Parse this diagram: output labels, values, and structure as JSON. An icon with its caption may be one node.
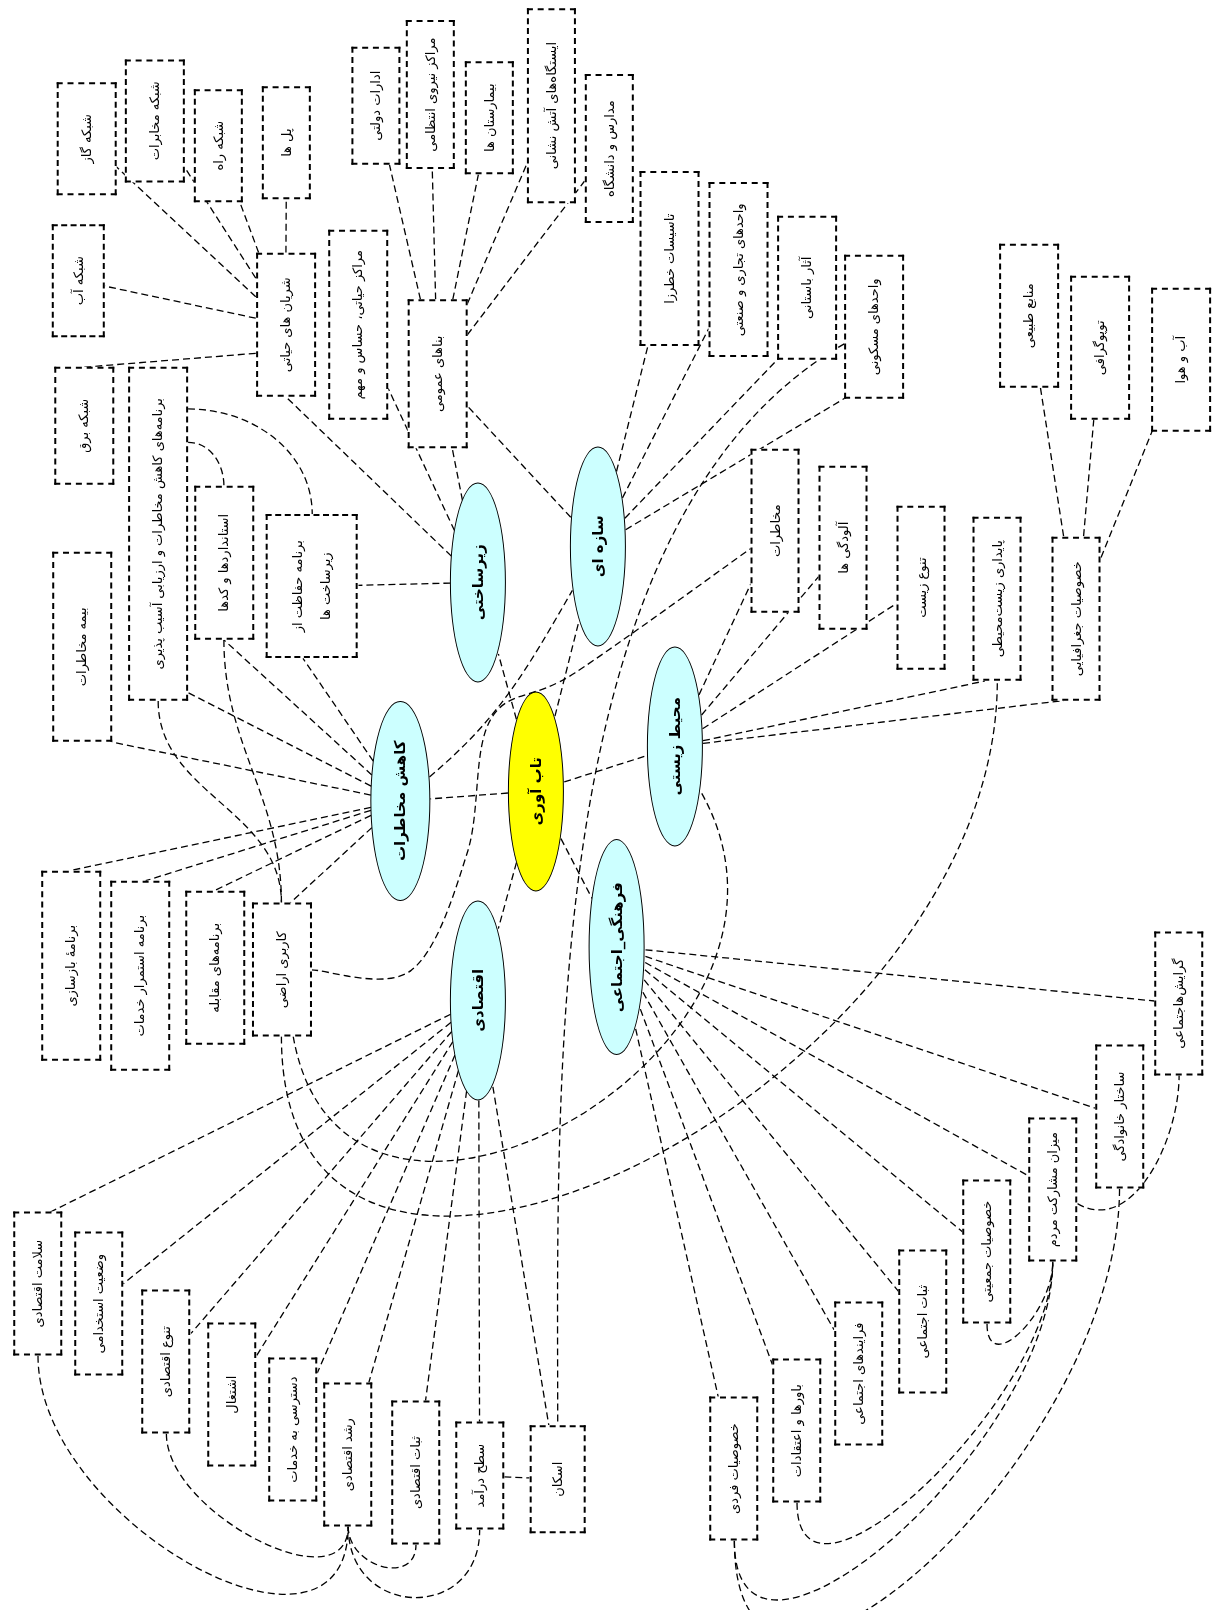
{
  "diagram": {
    "nodes": [
      {
        "text": [
          "تاب آوری"
        ]
      },
      {
        "text": [
          "زیرساختی"
        ]
      },
      {
        "text": [
          "سازه ای"
        ]
      },
      {
        "text": [
          "کاهش مخاطرات"
        ]
      },
      {
        "text": [
          "محیط زیستی"
        ]
      },
      {
        "text": [
          "اقتصادی"
        ]
      },
      {
        "text": [
          "فرهنگی_اجتماعی"
        ]
      },
      {
        "text": [
          "شبکه گاز"
        ]
      },
      {
        "text": [
          "شبکه مخابرات"
        ]
      },
      {
        "text": [
          "شبکه راه"
        ]
      },
      {
        "text": [
          "پل ها"
        ]
      },
      {
        "text": [
          "شبکه آب"
        ]
      },
      {
        "text": [
          "شریان های حیاتی"
        ]
      },
      {
        "text": [
          "شبکه برق"
        ]
      },
      {
        "text": [
          "برنامه‌های کاهش مخاطرات و ارزیابی آسیب پذیری"
        ]
      },
      {
        "text": [
          "استانداردها و کدها"
        ]
      },
      {
        "text": [
          "برنامه حفاظت از زیرساخت ها"
        ]
      },
      {
        "text": [
          "بیمه مخاطرات"
        ]
      },
      {
        "text": [
          "مراکز حیاتی، حساس و مهم"
        ]
      },
      {
        "text": [
          "بناهای عمومی"
        ]
      },
      {
        "text": [
          "ادارات دولتی"
        ]
      },
      {
        "text": [
          "مراکز نیروی انتظامی"
        ]
      },
      {
        "text": [
          "بیمارستان ها"
        ]
      },
      {
        "text": [
          "ایستگاه‌های آتش نشانی"
        ]
      },
      {
        "text": [
          "مدارس و دانشگاه"
        ]
      },
      {
        "text": [
          "تاسیسات خطرزا"
        ]
      },
      {
        "text": [
          "واحدهای تجاری و صنعتی"
        ]
      },
      {
        "text": [
          "آثار باستانی"
        ]
      },
      {
        "text": [
          "واحدهای مسکونی"
        ]
      },
      {
        "text": [
          "منابع طبیعی"
        ]
      },
      {
        "text": [
          "توپوگرافی"
        ]
      },
      {
        "text": [
          "آب و هوا"
        ]
      },
      {
        "text": [
          "مخاطرات"
        ]
      },
      {
        "text": [
          "آلودگی ها"
        ]
      },
      {
        "text": [
          "تنوع زیست"
        ]
      },
      {
        "text": [
          "پایداری زیست‌محیطی"
        ]
      },
      {
        "text": [
          "خصوصیات جغرافیایی"
        ]
      },
      {
        "text": [
          "برنامهٔ بازسازی"
        ]
      },
      {
        "text": [
          "برنامه استمرار خدمات"
        ]
      },
      {
        "text": [
          "برنامه‌های مقابله"
        ]
      },
      {
        "text": [
          "کاربری اراضی"
        ]
      },
      {
        "text": [
          "سلامت اقتصادی"
        ]
      },
      {
        "text": [
          "وضعیت استخدامی"
        ]
      },
      {
        "text": [
          "تنوع اقتصادی"
        ]
      },
      {
        "text": [
          "اشتغال"
        ]
      },
      {
        "text": [
          "دسترسی به خدمات"
        ]
      },
      {
        "text": [
          "رشد اقتصادی"
        ]
      },
      {
        "text": [
          "ثبات اقتصادی"
        ]
      },
      {
        "text": [
          "سطح درآمد"
        ]
      },
      {
        "text": [
          "اسکان"
        ]
      },
      {
        "text": [
          "خصوصیات فردی"
        ]
      },
      {
        "text": [
          "باورها و اعتقادات"
        ]
      },
      {
        "text": [
          "فرایندهای اجتماعی"
        ]
      },
      {
        "text": [
          "ثبات اجتماعی"
        ]
      },
      {
        "text": [
          "خصوصیات جمعیتی"
        ]
      },
      {
        "text": [
          "میزان مشارکت مردم"
        ]
      },
      {
        "text": [
          "ساختار خانوادگی"
        ]
      },
      {
        "text": [
          "گرایش‌هاجتماعی"
        ]
      }
    ],
    "edges": [
      {
        "from": 0,
        "to": 1,
        "arrow": "none"
      },
      {
        "from": 0,
        "to": 2,
        "arrow": "none"
      },
      {
        "from": 0,
        "to": 3,
        "arrow": "none"
      },
      {
        "from": 0,
        "to": 4,
        "arrow": "none"
      },
      {
        "from": 0,
        "to": 5,
        "arrow": "none"
      },
      {
        "from": 0,
        "to": 6,
        "arrow": "none"
      },
      {
        "from": 1,
        "to": 12,
        "arrow": "none"
      },
      {
        "from": 1,
        "to": 18,
        "arrow": "none"
      },
      {
        "from": 1,
        "to": 19,
        "arrow": "none"
      },
      {
        "from": 1,
        "to": 16,
        "arrow": "none"
      },
      {
        "from": 12,
        "to": 7,
        "arrow": "none"
      },
      {
        "from": 12,
        "to": 8,
        "arrow": "none"
      },
      {
        "from": 12,
        "to": 9,
        "arrow": "none"
      },
      {
        "from": 12,
        "to": 10,
        "arrow": "none"
      },
      {
        "from": 12,
        "to": 11,
        "arrow": "none"
      },
      {
        "from": 12,
        "to": 13,
        "arrow": "none"
      },
      {
        "from": 19,
        "to": 20,
        "arrow": "none"
      },
      {
        "from": 19,
        "to": 21,
        "arrow": "none"
      },
      {
        "from": 19,
        "to": 22,
        "arrow": "none"
      },
      {
        "from": 19,
        "to": 23,
        "arrow": "none"
      },
      {
        "from": 19,
        "to": 24,
        "arrow": "none"
      },
      {
        "from": 2,
        "to": 19,
        "arrow": "none"
      },
      {
        "from": 2,
        "to": 25,
        "arrow": "none"
      },
      {
        "from": 2,
        "to": 26,
        "arrow": "none"
      },
      {
        "from": 2,
        "to": 27,
        "arrow": "none"
      },
      {
        "from": 2,
        "to": 28,
        "arrow": "none"
      },
      {
        "from": 3,
        "to": 2,
        "arrow": "none"
      },
      {
        "from": 3,
        "to": 14,
        "arrow": "none"
      },
      {
        "from": 3,
        "to": 15,
        "arrow": "none"
      },
      {
        "from": 3,
        "to": 16,
        "arrow": "none"
      },
      {
        "from": 3,
        "to": 17,
        "arrow": "none"
      },
      {
        "from": 3,
        "to": 37,
        "arrow": "none"
      },
      {
        "from": 3,
        "to": 38,
        "arrow": "none"
      },
      {
        "from": 3,
        "to": 39,
        "arrow": "none"
      },
      {
        "from": 3,
        "to": 40,
        "arrow": "none"
      },
      {
        "from": 14,
        "to": 16,
        "arrow": "none"
      },
      {
        "from": 14,
        "to": 15,
        "arrow": "none"
      },
      {
        "from": 14,
        "to": 40,
        "arrow": "none"
      },
      {
        "from": 15,
        "to": 40,
        "arrow": "none"
      },
      {
        "from": 40,
        "to": 32,
        "arrow": "none"
      },
      {
        "from": 40,
        "to": 35,
        "arrow": "none"
      },
      {
        "from": 40,
        "to": 4,
        "arrow": "none"
      },
      {
        "from": 4,
        "to": 32,
        "arrow": "none"
      },
      {
        "from": 4,
        "to": 33,
        "arrow": "none"
      },
      {
        "from": 4,
        "to": 34,
        "arrow": "none"
      },
      {
        "from": 4,
        "to": 35,
        "arrow": "none"
      },
      {
        "from": 4,
        "to": 36,
        "arrow": "none"
      },
      {
        "from": 36,
        "to": 29,
        "arrow": "none"
      },
      {
        "from": 36,
        "to": 30,
        "arrow": "none"
      },
      {
        "from": 36,
        "to": 31,
        "arrow": "none"
      },
      {
        "from": 28,
        "to": 49,
        "arrow": "none"
      },
      {
        "from": 5,
        "to": 41,
        "arrow": "none"
      },
      {
        "from": 5,
        "to": 42,
        "arrow": "none"
      },
      {
        "from": 5,
        "to": 43,
        "arrow": "none"
      },
      {
        "from": 5,
        "to": 44,
        "arrow": "none"
      },
      {
        "from": 5,
        "to": 45,
        "arrow": "none"
      },
      {
        "from": 5,
        "to": 46,
        "arrow": "none"
      },
      {
        "from": 5,
        "to": 47,
        "arrow": "none"
      },
      {
        "from": 5,
        "to": 48,
        "arrow": "none"
      },
      {
        "from": 5,
        "to": 49,
        "arrow": "none"
      },
      {
        "from": 41,
        "to": 46,
        "arrow": "none"
      },
      {
        "from": 43,
        "to": 46,
        "arrow": "none"
      },
      {
        "from": 46,
        "to": 47,
        "arrow": "none"
      },
      {
        "from": 46,
        "to": 48,
        "arrow": "none"
      },
      {
        "from": 48,
        "to": 49,
        "arrow": "none"
      },
      {
        "from": 6,
        "to": 50,
        "arrow": "none"
      },
      {
        "from": 6,
        "to": 51,
        "arrow": "none"
      },
      {
        "from": 6,
        "to": 52,
        "arrow": "none"
      },
      {
        "from": 6,
        "to": 53,
        "arrow": "none"
      },
      {
        "from": 6,
        "to": 54,
        "arrow": "none"
      },
      {
        "from": 6,
        "to": 55,
        "arrow": "none"
      },
      {
        "from": 6,
        "to": 56,
        "arrow": "none"
      },
      {
        "from": 6,
        "to": 57,
        "arrow": "none"
      },
      {
        "from": 50,
        "to": 55,
        "arrow": "none"
      },
      {
        "from": 51,
        "to": 55,
        "arrow": "none"
      },
      {
        "from": 54,
        "to": 55,
        "arrow": "none"
      },
      {
        "from": 55,
        "to": 57,
        "arrow": "none"
      },
      {
        "from": 50,
        "to": 56,
        "arrow": "none"
      }
    ]
  }
}
